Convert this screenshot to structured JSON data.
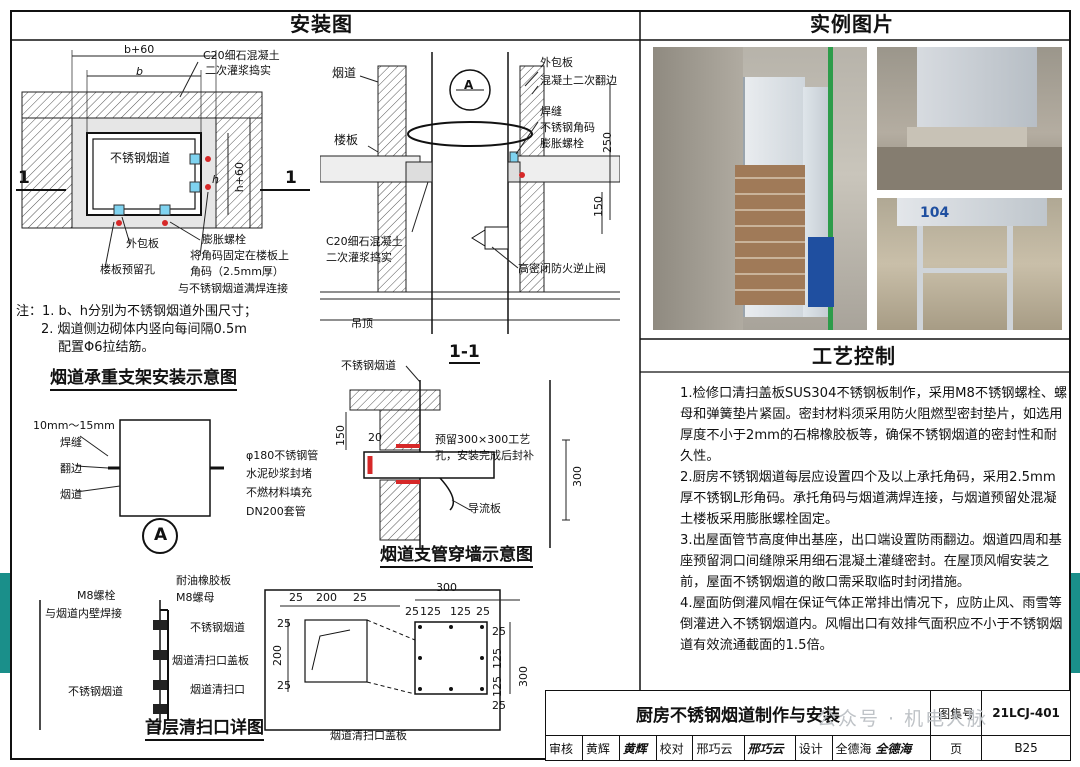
{
  "headers": {
    "install": "安装图",
    "photos": "实例图片",
    "process": "工艺控制"
  },
  "fig_support": {
    "dims": {
      "bp60": "b+60",
      "b": "b",
      "h": "h",
      "hp60": "h+60"
    },
    "section_mark": "1",
    "pipe_label": "不锈钢烟道",
    "callouts": {
      "c20": "C20细石混凝土",
      "grout": "二次灌浆捣实",
      "outer": "外包板",
      "slab_hole": "楼板预留孔",
      "bolt": "膨胀螺栓",
      "angle1": "将角码固定在楼板上",
      "angle2": "角码（2.5mm厚）",
      "angle3": "与不锈钢烟道满焊连接"
    },
    "notes": [
      "注：1.  b、h分别为不锈钢烟道外围尺寸；",
      "2.  烟道侧边砌体内竖向每间隔0.5m",
      "配置Φ6拉结筋。"
    ],
    "caption": "烟道承重支架安装示意图"
  },
  "fig_section": {
    "labels": {
      "flue": "烟道",
      "slab": "楼板",
      "outer": "外包板",
      "concrete": "混凝土二次翻边",
      "weld": "焊缝",
      "angle": "不锈钢角码",
      "bolt": "膨胀螺栓",
      "c20": "C20细石混凝土",
      "grout": "二次灌浆捣实",
      "valve": "高密闭防火逆止阀",
      "ceiling": "吊顶"
    },
    "detail_ref": "A",
    "dims": {
      "d250": "250",
      "d150": "150"
    },
    "caption": "1-1"
  },
  "fig_detailA": {
    "dim": "10mm～15mm",
    "labels": {
      "weld": "焊缝",
      "flange": "翻边",
      "flue": "烟道"
    },
    "caption": "A"
  },
  "fig_branch": {
    "labels": {
      "ss_flue": "不锈钢烟道",
      "pipe180": "φ180不锈钢管",
      "mortar": "水泥砂浆封堵",
      "fill": "不燃材料填充",
      "sleeve": "DN200套管",
      "reserve1": "预留300×300工艺",
      "reserve2": "孔，安装完成后封补",
      "guide": "导流板"
    },
    "dims": {
      "d150": "150",
      "d20": "20",
      "d300": "300"
    },
    "caption": "烟道支管穿墙示意图"
  },
  "fig_cleanout": {
    "labels": {
      "bolt_weld1": "M8螺栓",
      "bolt_weld2": "与烟道内壁焊接",
      "gasket": "耐油橡胶板",
      "nut": "M8螺母",
      "ss_flue": "不锈钢烟道",
      "cover": "烟道清扫口盖板",
      "port": "烟道清扫口",
      "ss_flue2": "不锈钢烟道",
      "cover2": "烟道清扫口盖板"
    },
    "dims": {
      "d300a": "300",
      "d25a": "25",
      "d200a": "200",
      "d25b": "25",
      "d25c": "25",
      "d125a": "125",
      "d125b": "125",
      "d25d": "25",
      "d25v1": "25",
      "d200v": "200",
      "d25v2": "25",
      "d25v3": "25",
      "d125v1": "125",
      "d125v2": "125",
      "d25v4": "25",
      "d300v": "300"
    },
    "caption": "首层清扫口详图"
  },
  "process": [
    "1.检修口清扫盖板SUS304不锈钢板制作，采用M8不锈钢螺栓、螺母和弹簧垫片紧固。密封材料须采用防火阻燃型密封垫片，如选用厚度不小于2mm的石棉橡胶板等，确保不锈钢烟道的密封性和耐久性。",
    "2.厨房不锈钢烟道每层应设置四个及以上承托角码，采用2.5mm厚不锈钢L形角码。承托角码与烟道满焊连接，与烟道预留处混凝土楼板采用膨胀螺栓固定。",
    "3.出屋面管节高度伸出基座，出口端设置防雨翻边。烟道四周和基座预留洞口间缝隙采用细石混凝土灌缝密封。在屋顶风帽安装之前，屋面不锈钢烟道的敞口需采取临时封闭措施。",
    "4.屋面防倒灌风帽在保证气体正常排出情况下，应防止风、雨雪等倒灌进入不锈钢烟道内。风帽出口有效排气面积应不小于不锈钢烟道有效流通截面的1.5倍。"
  ],
  "photo_labels": {
    "p3_tag": "104"
  },
  "title_block": {
    "title": "厨房不锈钢烟道制作与安装",
    "atlas_label": "图集号",
    "atlas_no": "21LCJ-401",
    "review_label": "审核",
    "reviewer": "黄辉",
    "reviewer_sig": "黄辉",
    "check_label": "校对",
    "checker": "邢巧云",
    "checker_sig": "邢巧云",
    "design_label": "设计",
    "designer": "全德海",
    "designer_sig": "全德海",
    "page_label": "页",
    "page_no": "B25"
  },
  "watermark": "公众号 · 机电人脉"
}
